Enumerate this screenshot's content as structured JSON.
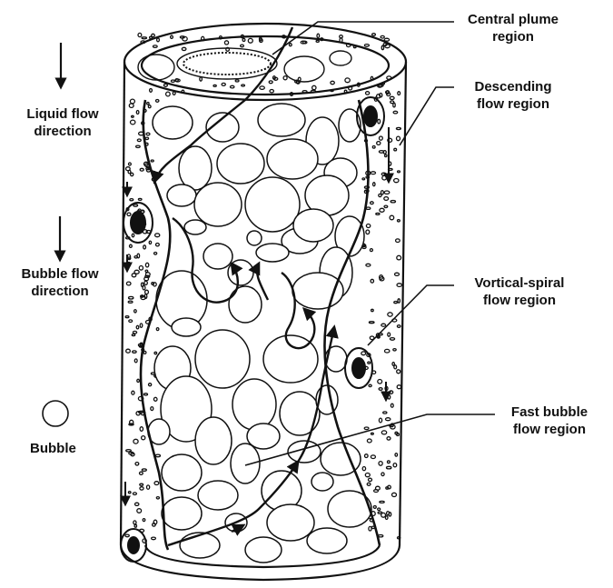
{
  "legend": {
    "liquid_flow": {
      "line1": "Liquid flow",
      "line2": "direction"
    },
    "bubble_flow": {
      "line1": "Bubble flow",
      "line2": "direction"
    },
    "bubble": "Bubble"
  },
  "callouts": {
    "central_plume": {
      "line1": "Central plume",
      "line2": "region"
    },
    "descending_flow": {
      "line1": "Descending",
      "line2": "flow region"
    },
    "vortical_spiral": {
      "line1": "Vortical-spiral",
      "line2": "flow region"
    },
    "fast_bubble": {
      "line1": "Fast bubble",
      "line2": "flow region"
    }
  },
  "colors": {
    "ink": "#111111",
    "background": "#ffffff"
  }
}
